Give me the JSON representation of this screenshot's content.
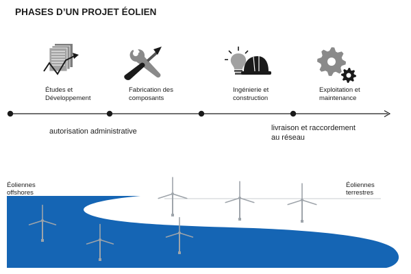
{
  "title": "PHASES D’UN PROJET ÉOLIEN",
  "phases": [
    {
      "line1": "Études et",
      "line2": "Développement",
      "icon": "documents-chart-icon"
    },
    {
      "line1": "Fabrication des",
      "line2": "composants",
      "icon": "tools-icon"
    },
    {
      "line1": "Ingénierie et",
      "line2": "construction",
      "icon": "lightbulb-hardhat-icon"
    },
    {
      "line1": "Exploitation et",
      "line2": "maintenance",
      "icon": "gears-icon"
    }
  ],
  "milestones": {
    "first": "autorisation administrative",
    "second_line1": "livraison et raccordement",
    "second_line2": "au réseau"
  },
  "scene": {
    "offshore_line1": "Éoliennes",
    "offshore_line2": "offshores",
    "onshore_line1": "Éoliennes",
    "onshore_line2": "terrestres"
  },
  "colors": {
    "sea": "#1565b4",
    "icon_gray": "#8a8a8a",
    "dark": "#1a1a1a",
    "turbine": "#9ea4aa"
  }
}
